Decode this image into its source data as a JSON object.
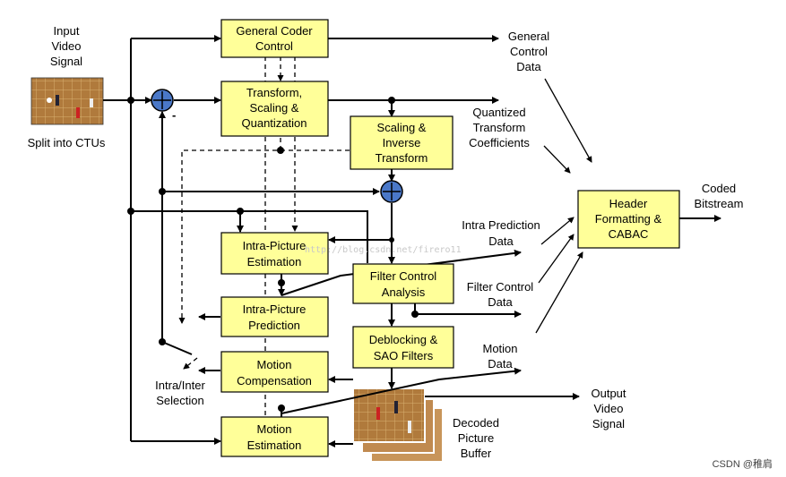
{
  "blocks": {
    "general_coder_control": [
      "General Coder",
      "Control"
    ],
    "transform_scaling_quantization": [
      "Transform,",
      "Scaling &",
      "Quantization"
    ],
    "scaling_inverse_transform": [
      "Scaling &",
      "Inverse",
      "Transform"
    ],
    "intra_picture_estimation": [
      "Intra-Picture",
      "Estimation"
    ],
    "intra_picture_prediction": [
      "Intra-Picture",
      "Prediction"
    ],
    "filter_control_analysis": [
      "Filter Control",
      "Analysis"
    ],
    "deblocking_sao_filters": [
      "Deblocking &",
      "SAO Filters"
    ],
    "motion_compensation": [
      "Motion",
      "Compensation"
    ],
    "motion_estimation": [
      "Motion",
      "Estimation"
    ],
    "header_formatting_cabac": [
      "Header",
      "Formatting &",
      "CABAC"
    ]
  },
  "labels": {
    "input_video_signal": [
      "Input",
      "Video",
      "Signal"
    ],
    "split_into_ctus": "Split into CTUs",
    "general_control_data": [
      "General",
      "Control",
      "Data"
    ],
    "quantized_transform_coefficients": [
      "Quantized",
      "Transform",
      "Coefficients"
    ],
    "coded_bitstream": [
      "Coded",
      "Bitstream"
    ],
    "intra_prediction_data": [
      "Intra Prediction",
      "Data"
    ],
    "filter_control_data": [
      "Filter Control",
      "Data"
    ],
    "motion_data": [
      "Motion",
      "Data"
    ],
    "output_video_signal": [
      "Output",
      "Video",
      "Signal"
    ],
    "decoded_picture_buffer": [
      "Decoded",
      "Picture",
      "Buffer"
    ],
    "intra_inter_selection": [
      "Intra/Inter",
      "Selection"
    ],
    "minus_sign": "-",
    "watermark_url": "http://blog.csdn.net/firero11",
    "csdn_credit": "CSDN @稚肩"
  },
  "colors": {
    "block_fill": "#ffff99",
    "adder_fill": "#4a78c8",
    "line": "#000000"
  }
}
